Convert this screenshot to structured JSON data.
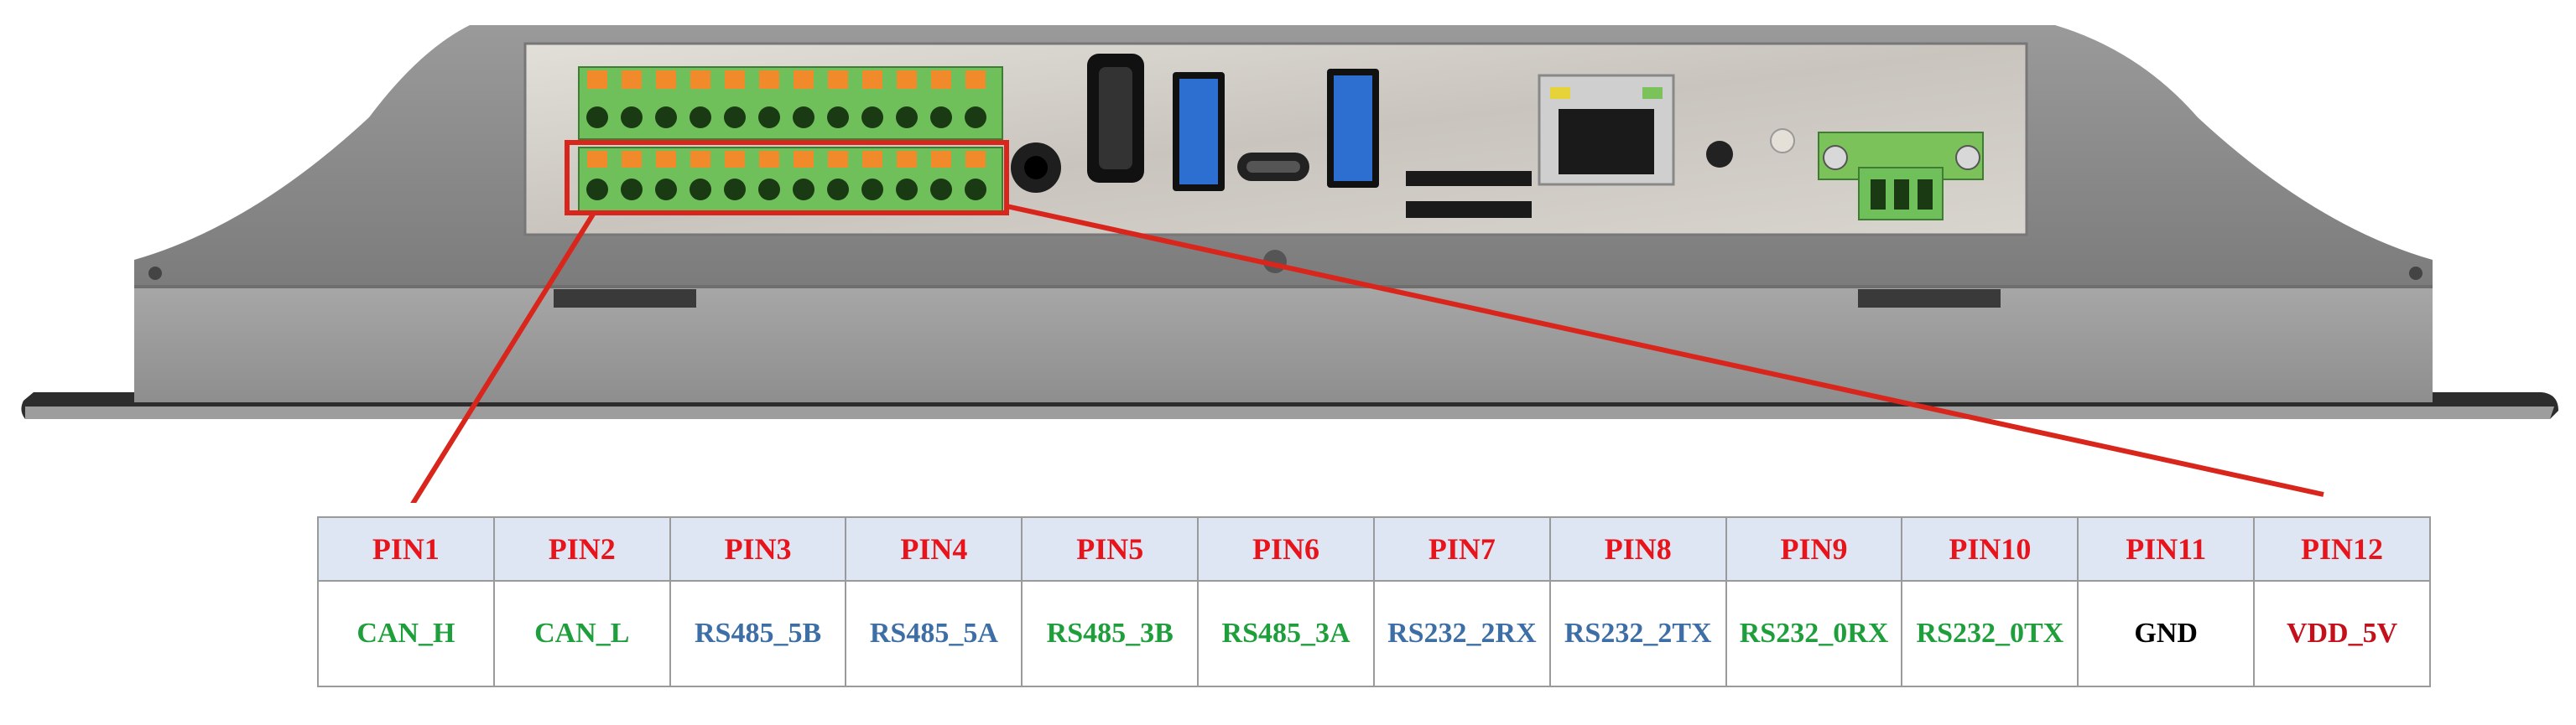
{
  "pin_table": {
    "headers": [
      "PIN1",
      "PIN2",
      "PIN3",
      "PIN4",
      "PIN5",
      "PIN6",
      "PIN7",
      "PIN8",
      "PIN9",
      "PIN10",
      "PIN11",
      "PIN12"
    ],
    "signals": [
      "CAN_H",
      "CAN_L",
      "RS485_5B",
      "RS485_5A",
      "RS485_3B",
      "RS485_3A",
      "RS232_2RX",
      "RS232_2TX",
      "RS232_0RX",
      "RS232_0TX",
      "GND",
      "VDD_5V"
    ],
    "header_color": "#e8141c",
    "signal_colors": [
      "#1f9e3c",
      "#1f9e3c",
      "#3d6fa6",
      "#3d6fa6",
      "#1f9e3c",
      "#1f9e3c",
      "#3d6fa6",
      "#3d6fa6",
      "#1f9e3c",
      "#1f9e3c",
      "#000000",
      "#c4101a"
    ]
  },
  "device": {
    "housing_color": "#8a8a8a",
    "panel_color": "#cfccc6",
    "terminal_color": "#6fbf5a",
    "lever_color": "#f08a2a",
    "usb_color": "#2c6fd1",
    "callout_color": "#d9261c",
    "ports": [
      "terminal-block-upper",
      "terminal-block-lower",
      "audio-jack",
      "hdmi-port",
      "usb-a-port",
      "usb-c-port",
      "usb-a-port",
      "sd-card-slot",
      "sim-card-slot",
      "ethernet-port",
      "led-indicator",
      "power-terminal"
    ]
  }
}
